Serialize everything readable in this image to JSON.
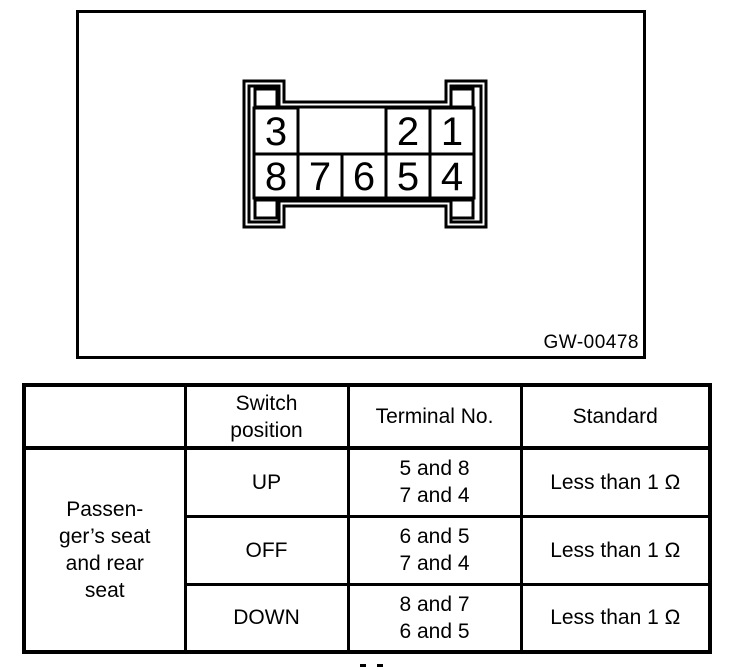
{
  "page": {
    "background": "#ffffff",
    "ink": "#000000"
  },
  "figure": {
    "code": "GW-00478",
    "connector": {
      "description": "8-pin connector front view, two rows",
      "pins": [
        {
          "label": "3",
          "row": 0,
          "col": 0
        },
        {
          "label": "2",
          "row": 0,
          "col": 3
        },
        {
          "label": "1",
          "row": 0,
          "col": 4
        },
        {
          "label": "8",
          "row": 1,
          "col": 0
        },
        {
          "label": "7",
          "row": 1,
          "col": 1
        },
        {
          "label": "6",
          "row": 1,
          "col": 2
        },
        {
          "label": "5",
          "row": 1,
          "col": 3
        },
        {
          "label": "4",
          "row": 1,
          "col": 4
        }
      ]
    }
  },
  "table": {
    "col_headers": {
      "empty": "",
      "switch": [
        "Switch",
        "position"
      ],
      "terminal": "Terminal No.",
      "standard": "Standard"
    },
    "row_group_label": "Passenger’s seat and rear seat",
    "row_group_label_lines": [
      "Passen-",
      "ger’s seat",
      "and rear",
      "seat"
    ],
    "rows": [
      {
        "switch_position": "UP",
        "terminals": [
          "5 and 8",
          "7 and 4"
        ],
        "standard": "Less than 1 Ω"
      },
      {
        "switch_position": "OFF",
        "terminals": [
          "6 and 5",
          "7 and 4"
        ],
        "standard": "Less than 1 Ω"
      },
      {
        "switch_position": "DOWN",
        "terminals": [
          "8 and 7",
          "6 and 5"
        ],
        "standard": "Less than 1 Ω"
      }
    ]
  }
}
